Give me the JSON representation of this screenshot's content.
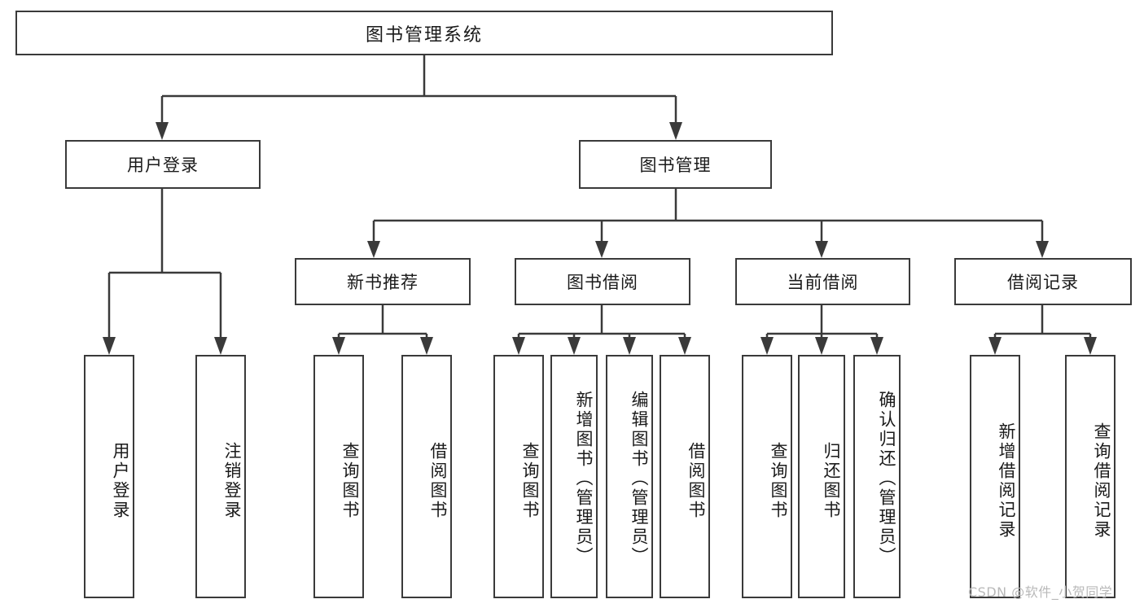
{
  "diagram": {
    "title": "图书管理系统",
    "root": {
      "label": "图书管理系统"
    },
    "level1": [
      {
        "label": "用户登录"
      },
      {
        "label": "图书管理"
      }
    ],
    "level2": [
      {
        "label": "新书推荐"
      },
      {
        "label": "图书借阅"
      },
      {
        "label": "当前借阅"
      },
      {
        "label": "借阅记录"
      }
    ],
    "leaves": {
      "user_login": [
        {
          "label": "用户登录"
        },
        {
          "label": "注销登录"
        }
      ],
      "new_book_recommend": [
        {
          "label": "查询图书"
        },
        {
          "label": "借阅图书"
        }
      ],
      "book_borrow": [
        {
          "label": "查询图书"
        },
        {
          "label": "新增图书（管理员）"
        },
        {
          "label": "编辑图书（管理员）"
        },
        {
          "label": "借阅图书"
        }
      ],
      "current_borrow": [
        {
          "label": "查询图书"
        },
        {
          "label": "归还图书"
        },
        {
          "label": "确认归还（管理员）"
        }
      ],
      "borrow_record": [
        {
          "label": "新增借阅记录"
        },
        {
          "label": "查询借阅记录"
        }
      ]
    }
  },
  "watermark": {
    "text": "CSDN @软件_小贺同学"
  },
  "colors": {
    "border": "#3a3a3a",
    "text": "#1a1a1a",
    "background": "#ffffff",
    "watermark": "#b9b9b9"
  }
}
